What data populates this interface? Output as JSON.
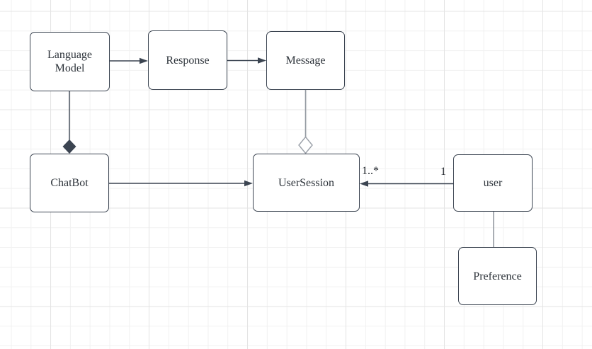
{
  "diagram": {
    "kind": "uml-class-diagram",
    "colors": {
      "stroke": "#3b4451",
      "muted_connector": "#949aa2",
      "text": "#2e343b",
      "background": "#ffffff",
      "grid_minor": "#f1f1f1",
      "grid_major": "#e4e4e4"
    },
    "nodes": {
      "language_model": {
        "label": "Language Model"
      },
      "response": {
        "label": "Response"
      },
      "message": {
        "label": "Message"
      },
      "chatbot": {
        "label": "ChatBot"
      },
      "user_session": {
        "label": "UserSession"
      },
      "user": {
        "label": "user"
      },
      "preference": {
        "label": "Preference"
      }
    },
    "edges": {
      "lm_to_response": {
        "source": "Language Model",
        "target": "Response",
        "type": "arrow"
      },
      "response_to_message": {
        "source": "Response",
        "target": "Message",
        "type": "arrow"
      },
      "lm_to_chatbot": {
        "source": "Language Model",
        "target": "ChatBot",
        "type": "composition-filled-diamond"
      },
      "message_to_usersession": {
        "source": "Message",
        "target": "UserSession",
        "type": "aggregation-hollow-diamond"
      },
      "chatbot_to_usersession": {
        "source": "ChatBot",
        "target": "UserSession",
        "type": "arrow"
      },
      "user_to_usersession": {
        "source": "user",
        "target": "UserSession",
        "type": "arrow",
        "source_label": "1",
        "target_label": "1..*"
      },
      "user_to_preference": {
        "source": "user",
        "target": "Preference",
        "type": "plain-line"
      }
    }
  }
}
